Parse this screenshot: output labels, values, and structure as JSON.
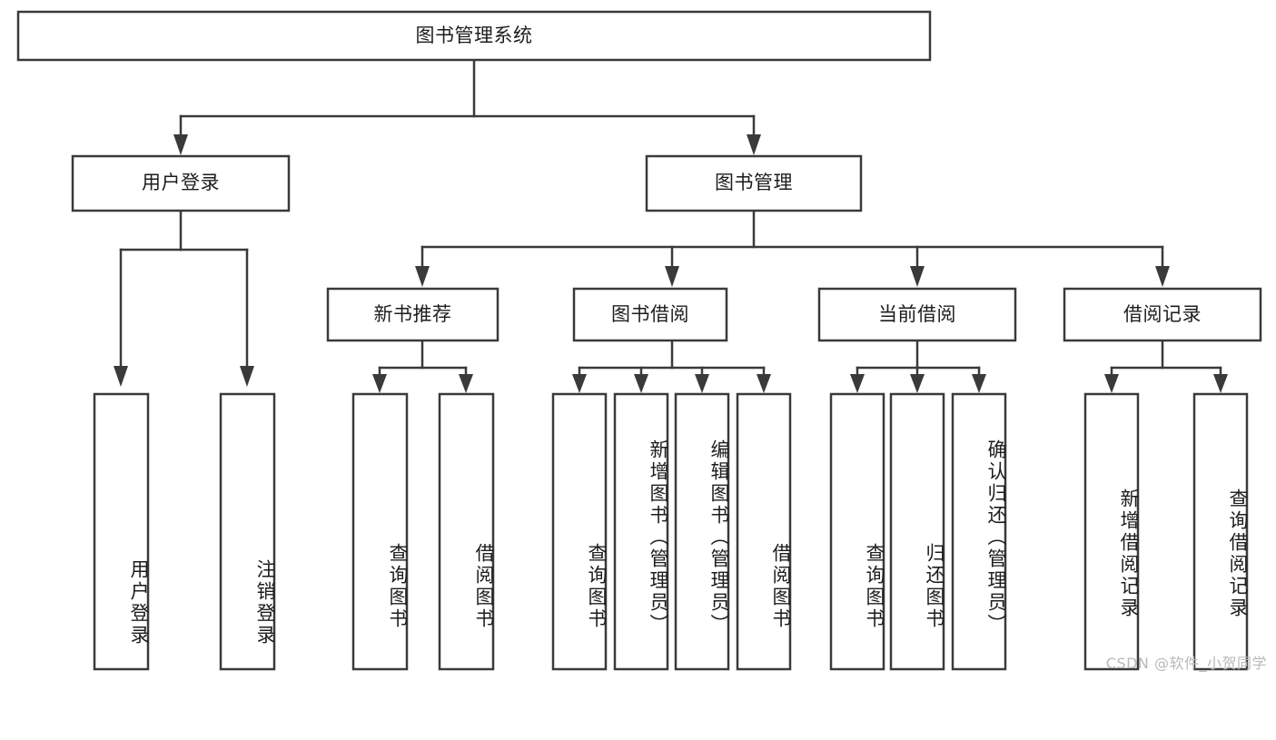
{
  "diagram": {
    "title": "图书管理系统",
    "watermark": "CSDN @软件_小贺同学",
    "colors": {
      "stroke": "#3a3a3a",
      "fill": "#ffffff",
      "text": "#1d1d1d",
      "watermark": "#b9b9b9"
    },
    "root": {
      "label": "图书管理系统"
    },
    "level1": [
      {
        "label": "用户登录"
      },
      {
        "label": "图书管理"
      }
    ],
    "level2": [
      {
        "label": "新书推荐"
      },
      {
        "label": "图书借阅"
      },
      {
        "label": "当前借阅"
      },
      {
        "label": "借阅记录"
      }
    ],
    "leaves": {
      "user_login": [
        {
          "label": "用户登录"
        },
        {
          "label": "注销登录"
        }
      ],
      "new_book_recommend": [
        {
          "label": "查询图书"
        },
        {
          "label": "借阅图书"
        }
      ],
      "book_borrow": [
        {
          "label": "查询图书"
        },
        {
          "label": "新增图书（管理员）"
        },
        {
          "label": "编辑图书（管理员）"
        },
        {
          "label": "借阅图书"
        }
      ],
      "current_borrow": [
        {
          "label": "查询图书"
        },
        {
          "label": "归还图书"
        },
        {
          "label": "确认归还（管理员）"
        }
      ],
      "borrow_record": [
        {
          "label": "新增借阅记录"
        },
        {
          "label": "查询借阅记录"
        }
      ]
    }
  }
}
